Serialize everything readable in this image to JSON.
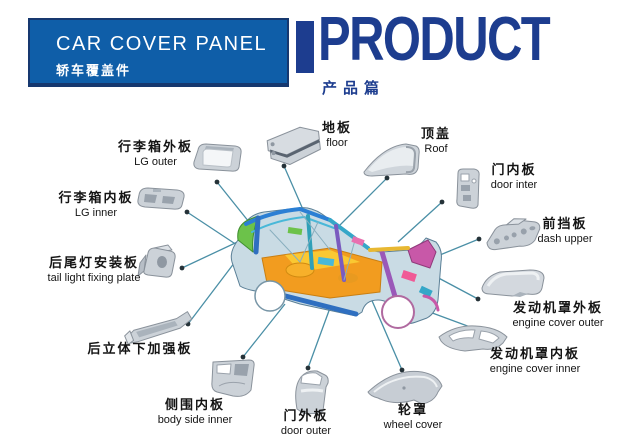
{
  "header": {
    "title_en": "CAR COVER PANEL",
    "title_zh": "轿车覆盖件",
    "product_title": "PRODUCT",
    "product_subtitle": "产品篇"
  },
  "diagram": {
    "center_image": "colorful car body-in-white frame",
    "parts": [
      {
        "id": "lg-outer",
        "zh": "行李箱外板",
        "en": "LG outer"
      },
      {
        "id": "lg-inner",
        "zh": "行李箱内板",
        "en": "LG inner"
      },
      {
        "id": "tail-light-fixing-plate",
        "zh": "后尾灯安装板",
        "en": "tail light fixing plate"
      },
      {
        "id": "rear-lower-reinforce",
        "zh": "后立体下加强板",
        "en": ""
      },
      {
        "id": "body-side-inner",
        "zh": "侧围内板",
        "en": "body side inner"
      },
      {
        "id": "door-outer",
        "zh": "门外板",
        "en": "door outer"
      },
      {
        "id": "wheel-cover",
        "zh": "轮罩",
        "en": "wheel cover"
      },
      {
        "id": "floor",
        "zh": "地板",
        "en": "floor"
      },
      {
        "id": "roof",
        "zh": "顶盖",
        "en": "Roof"
      },
      {
        "id": "door-inner",
        "zh": "门内板",
        "en": "door inter"
      },
      {
        "id": "dash-upper",
        "zh": "前挡板",
        "en": "dash upper"
      },
      {
        "id": "engine-cover-outer",
        "zh": "发动机罩外板",
        "en": "engine cover outer"
      },
      {
        "id": "engine-cover-inner",
        "zh": "发动机罩内板",
        "en": "engine cover inner"
      }
    ]
  },
  "colors": {
    "header_bar": "#0f5ea8",
    "header_border": "#16386f",
    "brand_navy": "#1d3d8f",
    "connector": "#4a8fa6",
    "dot": "#253238",
    "label_text": "#141414"
  }
}
